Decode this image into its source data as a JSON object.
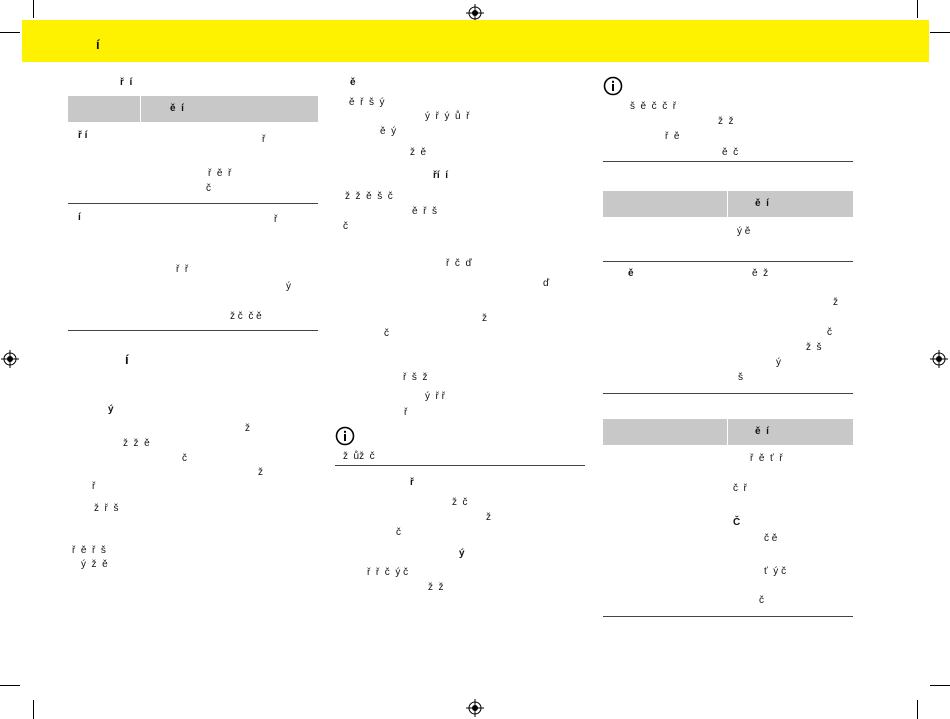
{
  "banner": {
    "title": "í"
  },
  "col1": {
    "heading": "ř  í",
    "table_header": "ě  í",
    "rows": [
      {
        "label": "ř í",
        "lines": [
          "ř",
          "ř  ě  ř",
          "č"
        ]
      },
      {
        "label": "í",
        "lines": [
          "ř",
          "ř  ř",
          "ý",
          "ž č  č ě"
        ]
      }
    ],
    "section_title": "í",
    "sub_title": "ý",
    "para": [
      "ž",
      "ž  ž  ě",
      "č",
      "ž",
      "ř",
      "ž  ř  š",
      "ř  ě  ř  š",
      "ý  ž  ě"
    ]
  },
  "col2": {
    "heading": "ě",
    "para1": [
      "ě  ř  š  ý",
      "ý  ř  ý  ů  ř",
      "ě  ý",
      "ž  ě"
    ],
    "sub_heading": "ří  í",
    "para2": [
      "ž  ž  ě  š  č",
      "ě  ř  š",
      "č"
    ],
    "para3": [
      "ř  č  ď",
      "ď",
      "ž",
      "č",
      "ř  š  ž",
      "ý  ř ř",
      "ř"
    ],
    "note": "ž  ůž  č",
    "heading2": "ř",
    "para4": [
      "ž  č",
      "ž",
      "č",
      "ý",
      "ř  ř  č  ý č",
      "ž  ž"
    ]
  },
  "col3": {
    "note_lines": [
      "š  ě  č  č  ř",
      "ž  ž",
      "ř  ě",
      "ě  č"
    ],
    "table1_header": "ě  í",
    "table1_rows": [
      {
        "label": "",
        "lines": [
          "ý ě"
        ]
      },
      {
        "label": "ě",
        "lines": [
          "ě  ž",
          "ž",
          "č",
          "ž  š",
          "ý",
          "š"
        ]
      }
    ],
    "table2_header": "ě  í",
    "table2_rows": [
      "ř  ě  ť  ř",
      "č  ř",
      "Č",
      "č ě",
      "ť  ý č",
      "č"
    ]
  }
}
